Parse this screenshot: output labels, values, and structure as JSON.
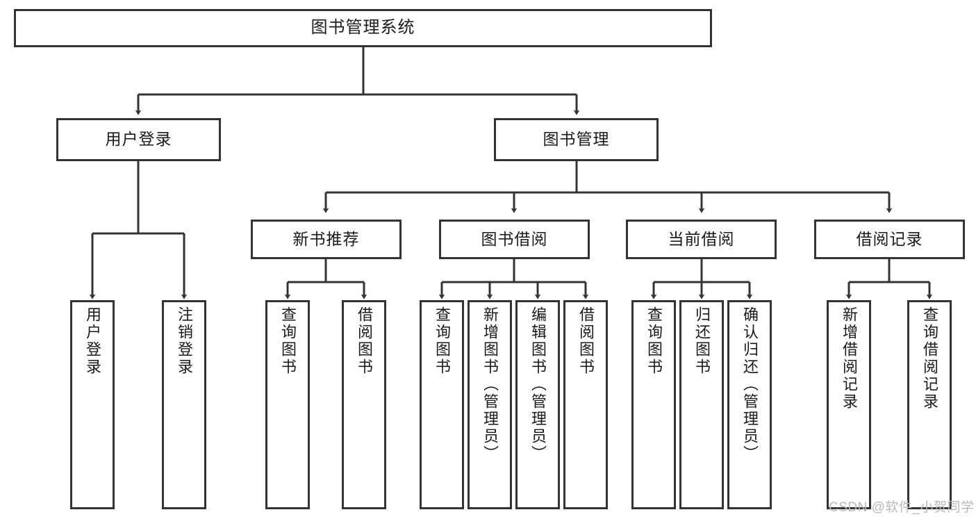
{
  "diagram": {
    "type": "tree-hierarchy-chart",
    "title": "图书管理系统",
    "background_color": "#ffffff",
    "node_border_color": "#333333",
    "node_fill_color": "#ffffff",
    "edge_color": "#333333",
    "text_color": "#1a1a1a"
  },
  "nodes": {
    "root": {
      "label": "图书管理系统"
    },
    "level2": [
      {
        "id": "user-login",
        "label": "用户登录"
      },
      {
        "id": "book-management",
        "label": "图书管理"
      }
    ],
    "level3": [
      {
        "id": "new-book-recommend",
        "label": "新书推荐"
      },
      {
        "id": "book-borrow",
        "label": "图书借阅"
      },
      {
        "id": "current-borrow",
        "label": "当前借阅"
      },
      {
        "id": "borrow-record",
        "label": "借阅记录"
      }
    ],
    "leaves": {
      "user_login": [
        {
          "id": "leaf-user-login",
          "label": "用户登录"
        },
        {
          "id": "leaf-logout",
          "label": "注销登录"
        }
      ],
      "new_book_recommend": [
        {
          "id": "leaf-query-book-1",
          "label": "查询图书"
        },
        {
          "id": "leaf-borrow-book-1",
          "label": "借阅图书"
        }
      ],
      "book_borrow": [
        {
          "id": "leaf-query-book-2",
          "label": "查询图书"
        },
        {
          "id": "leaf-add-book",
          "label": "新增图书（管理员）"
        },
        {
          "id": "leaf-edit-book",
          "label": "编辑图书（管理员）"
        },
        {
          "id": "leaf-borrow-book-2",
          "label": "借阅图书"
        }
      ],
      "current_borrow": [
        {
          "id": "leaf-query-book-3",
          "label": "查询图书"
        },
        {
          "id": "leaf-return-book",
          "label": "归还图书"
        },
        {
          "id": "leaf-confirm-return",
          "label": "确认归还（管理员）"
        }
      ],
      "borrow_record": [
        {
          "id": "leaf-add-record",
          "label": "新增借阅记录"
        },
        {
          "id": "leaf-query-record",
          "label": "查询借阅记录"
        }
      ]
    }
  },
  "watermark": {
    "text": "CSDN @软件_小贺同学",
    "color": "#b9b9b9"
  }
}
